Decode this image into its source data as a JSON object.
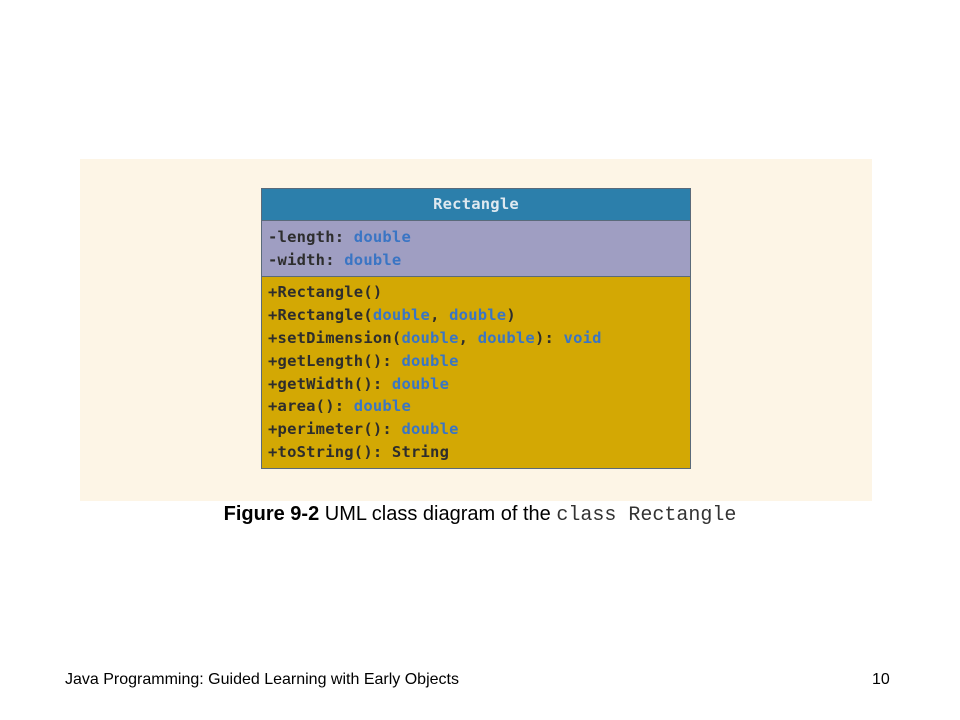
{
  "uml": {
    "class_name": "Rectangle",
    "attributes": [
      {
        "name": "-length: ",
        "type": "double"
      },
      {
        "name": "-width: ",
        "type": "double"
      }
    ],
    "methods": [
      [
        {
          "t": "+Rectangle()",
          "c": false
        }
      ],
      [
        {
          "t": "+Rectangle(",
          "c": false
        },
        {
          "t": "double",
          "c": true
        },
        {
          "t": ", ",
          "c": false
        },
        {
          "t": "double",
          "c": true
        },
        {
          "t": ")",
          "c": false
        }
      ],
      [
        {
          "t": "+setDimension(",
          "c": false
        },
        {
          "t": "double",
          "c": true
        },
        {
          "t": ", ",
          "c": false
        },
        {
          "t": "double",
          "c": true
        },
        {
          "t": "): ",
          "c": false
        },
        {
          "t": "void",
          "c": true
        }
      ],
      [
        {
          "t": "+getLength(): ",
          "c": false
        },
        {
          "t": "double",
          "c": true
        }
      ],
      [
        {
          "t": "+getWidth(): ",
          "c": false
        },
        {
          "t": "double",
          "c": true
        }
      ],
      [
        {
          "t": "+area(): ",
          "c": false
        },
        {
          "t": "double",
          "c": true
        }
      ],
      [
        {
          "t": "+perimeter(): ",
          "c": false
        },
        {
          "t": "double",
          "c": true
        }
      ],
      [
        {
          "t": "+toString(): String",
          "c": false
        }
      ]
    ]
  },
  "caption": {
    "figure_number": "Figure 9-2",
    "text": " UML class diagram of the ",
    "code": "class Rectangle"
  },
  "footer": {
    "title": "Java Programming: Guided Learning with Early Objects",
    "page": "10"
  },
  "colors": {
    "header": "#2c7fab",
    "attributes": "#9f9ec2",
    "methods": "#d3a804",
    "type": "#3a75c4",
    "panel": "#fdf5e6"
  }
}
